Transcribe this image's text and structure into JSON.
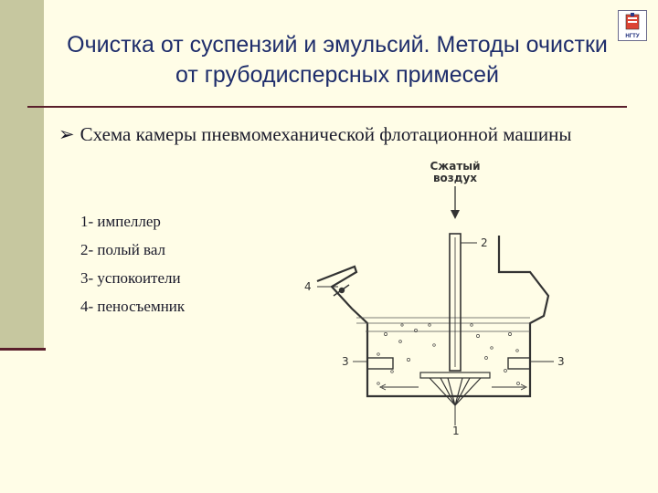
{
  "slide": {
    "title": "Очистка от суспензий и эмульсий. Методы очистки от грубодисперсных примесей",
    "logo_text": "НГТУ"
  },
  "content": {
    "bullet_icon": "arrow-bullet-icon",
    "bullet_text": "Схема камеры пневмомеханической флотационной машины",
    "legend": [
      "1- импеллер",
      "2-  полый вал",
      "3- успокоители",
      "4- пеносъемник"
    ]
  },
  "diagram": {
    "air_label_line1": "Сжатый",
    "air_label_line2": "воздух",
    "labels": {
      "impeller": "1",
      "shaft": "2",
      "baffle_left": "3",
      "baffle_right": "3",
      "skimmer": "4"
    }
  },
  "colors": {
    "background": "#fffde7",
    "side_bar": "#c6c79f",
    "accent_line": "#5a1f2b",
    "title": "#1e2d6b"
  }
}
